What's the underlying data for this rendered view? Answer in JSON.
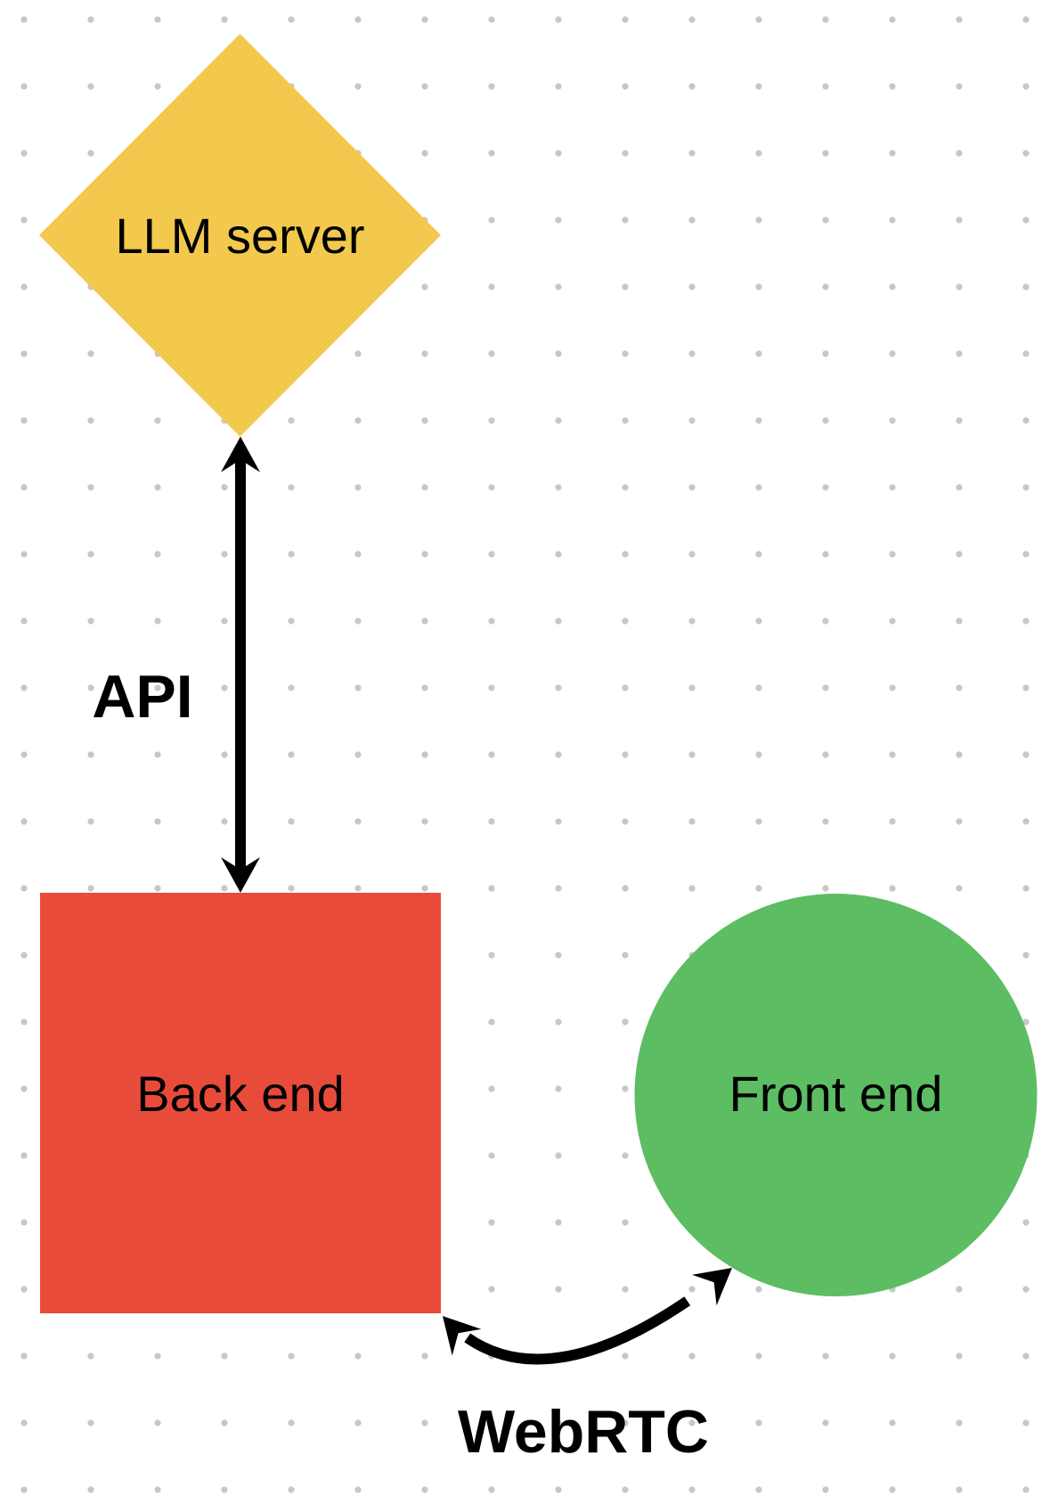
{
  "canvas": {
    "background_color": "#ffffff",
    "dot_color": "#c7c7c7",
    "arrow_color": "#000000",
    "text_color": "#000000"
  },
  "nodes": [
    {
      "id": "llm-server",
      "shape": "diamond",
      "label": "LLM server",
      "fill": "#F2C94C"
    },
    {
      "id": "back-end",
      "shape": "rectangle",
      "label": "Back end",
      "fill": "#E94B3B"
    },
    {
      "id": "front-end",
      "shape": "circle",
      "label": "Front end",
      "fill": "#5CBD62"
    }
  ],
  "edges": [
    {
      "id": "api",
      "label": "API",
      "style": "double-headed-straight",
      "from": "llm-server",
      "to": "back-end"
    },
    {
      "id": "webrtc",
      "label": "WebRTC",
      "style": "double-headed-curved",
      "from": "back-end",
      "to": "front-end"
    }
  ]
}
